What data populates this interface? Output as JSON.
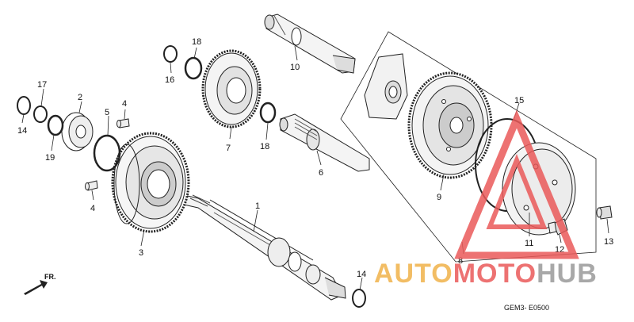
{
  "diagram": {
    "code": "GEM3- E0500",
    "direction_label": "FR.",
    "parts": [
      {
        "id": "p1",
        "label": "1"
      },
      {
        "id": "p2",
        "label": "2"
      },
      {
        "id": "p3",
        "label": "3"
      },
      {
        "id": "p4a",
        "label": "4"
      },
      {
        "id": "p4b",
        "label": "4"
      },
      {
        "id": "p5",
        "label": "5"
      },
      {
        "id": "p6",
        "label": "6"
      },
      {
        "id": "p7",
        "label": "7"
      },
      {
        "id": "p8",
        "label": "8"
      },
      {
        "id": "p9",
        "label": "9"
      },
      {
        "id": "p10",
        "label": "10"
      },
      {
        "id": "p11",
        "label": "11"
      },
      {
        "id": "p12",
        "label": "12"
      },
      {
        "id": "p13",
        "label": "13"
      },
      {
        "id": "p14a",
        "label": "14"
      },
      {
        "id": "p14b",
        "label": "14"
      },
      {
        "id": "p15",
        "label": "15"
      },
      {
        "id": "p16",
        "label": "16"
      },
      {
        "id": "p17",
        "label": "17"
      },
      {
        "id": "p18a",
        "label": "18"
      },
      {
        "id": "p18b",
        "label": "18"
      },
      {
        "id": "p19",
        "label": "19"
      }
    ]
  },
  "watermark": {
    "part1": "AUTO",
    "part2": "MOTO",
    "part3": "HUB",
    "colors": {
      "orange": "#f0b24a",
      "red": "#ea5a5a",
      "gray": "#9a9a9a"
    }
  }
}
